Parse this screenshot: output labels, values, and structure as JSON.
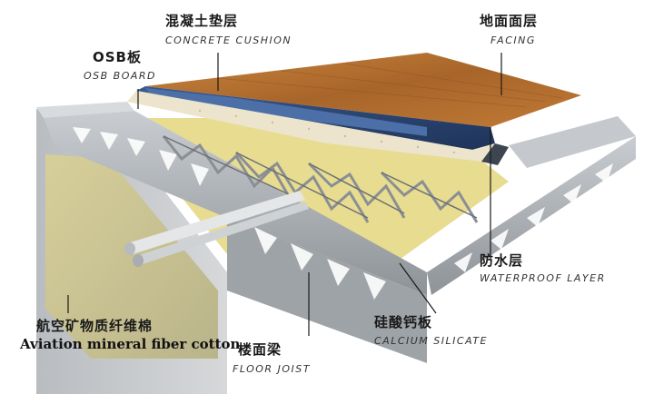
{
  "labels": {
    "concrete_cn": "混凝土垫层",
    "concrete_en": "CONCRETE CUSHION",
    "facing_cn": "地面面层",
    "facing_en": "FACING",
    "osb_cn": "OSB板",
    "osb_en": "OSB BOARD",
    "waterproof_cn": "防水层",
    "waterproof_en": "WATERPROOF LAYER",
    "calcium_cn": "硅酸钙板",
    "calcium_en": "CALCIUM SILICATE",
    "joist_cn": "楼面梁",
    "joist_en": "FLOOR JOIST",
    "fiber_cn": "航空矿物质纤维棉",
    "fiber_en": "Aviation mineral fiber cotton"
  },
  "colors": {
    "wood": "#b8732f",
    "osb_blue": "#2e4a78",
    "concrete": "#e8e0c8",
    "steel": "#a9adb1",
    "insulation": "#e6d889",
    "leader": "#1a1a1a"
  }
}
